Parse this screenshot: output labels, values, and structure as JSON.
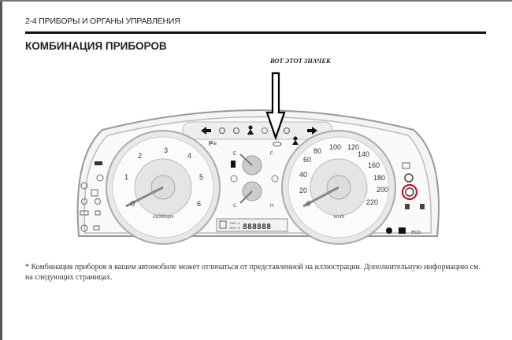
{
  "header": {
    "section": "2-4 ПРИБОРЫ И ОРГАНЫ УПРАВЛЕНИЯ",
    "title": "КОМБИНАЦИЯ ПРИБОРОВ"
  },
  "annotation": {
    "text": "ВОТ ЭТОТ ЗНАЧЕК",
    "highlight_color": "#c8102e"
  },
  "cluster": {
    "tachometer": {
      "ticks": [
        "0",
        "1",
        "2",
        "3",
        "4",
        "5",
        "6"
      ],
      "unit": "x1000rpm"
    },
    "speedometer": {
      "ticks": [
        "0",
        "20",
        "40",
        "60",
        "80",
        "100",
        "120",
        "140",
        "160",
        "180",
        "200",
        "220"
      ],
      "unit": "km/h"
    },
    "fuel_gauge": {
      "empty": "E",
      "full": "F"
    },
    "temp_gauge": {
      "cold": "C",
      "hot": "H"
    },
    "display": {
      "trip": "TRIP",
      "odo": "ODO",
      "a": "A",
      "b": "B",
      "digits": "888888"
    },
    "eco_label": "eco"
  },
  "footnote": "* Комбинация приборов в вашем автомобиле может отличаться от представленной на иллюстрации. Дополнительную информацию см. на следующих страницах."
}
